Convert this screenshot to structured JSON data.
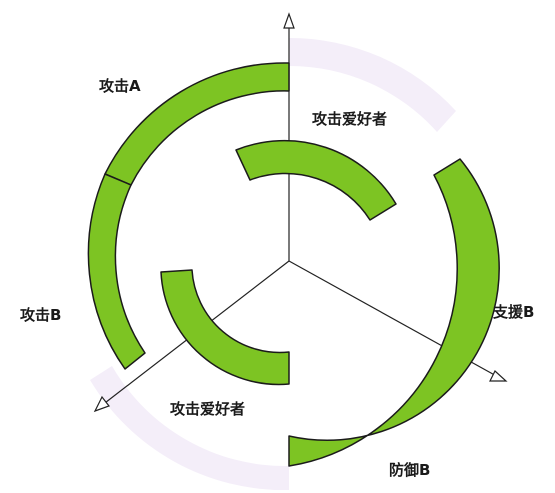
{
  "labels": {
    "attack_a": "攻击A",
    "attack_b": "攻击B",
    "support_b": "支援B",
    "defense_b": "防御B",
    "attack_fan_top": "攻击爱好者",
    "attack_fan_bottom": "攻击爱好者"
  },
  "colors": {
    "arc_fill": "#7dc423",
    "arc_stroke": "#1b1b1b",
    "axis": "#222222",
    "halo": "#f4eef9"
  }
}
